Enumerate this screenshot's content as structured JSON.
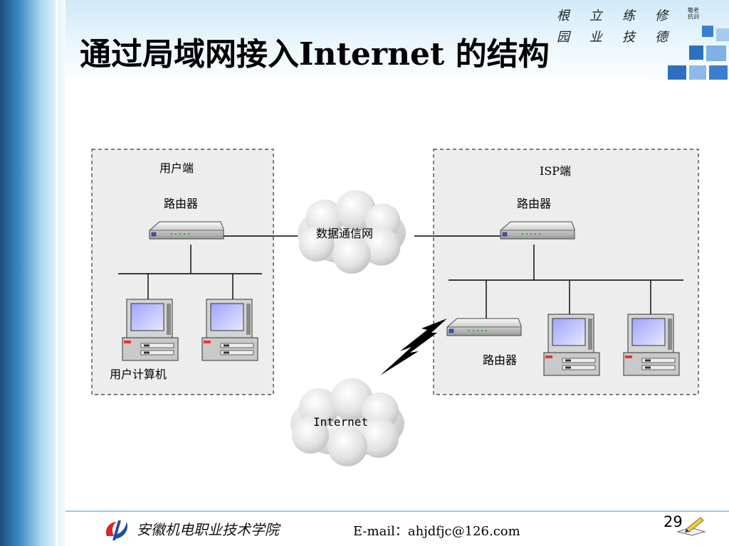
{
  "title": "通过局域网接入Internet 的结构",
  "header": {
    "motto_line1": "根立练修",
    "motto_line2": "园业技德",
    "motto_small": "敬老抗训"
  },
  "diagram": {
    "user_side_label": "用户端",
    "isp_side_label": "ISP端",
    "router_user": "路由器",
    "router_isp": "路由器",
    "router_isp_lower": "路由器",
    "data_network": "数据通信网",
    "internet": "Internet",
    "user_computers": "用户计算机"
  },
  "footer": {
    "school_name": "安徽机电职业技术学院",
    "email": "E-mail：ahjdfjc@126.com",
    "page_number": "29"
  },
  "colors": {
    "accent_blue": "#2d6fc0",
    "zone_fill": "#ececec",
    "logo_red": "#d8262c",
    "logo_blue": "#1e4fa0"
  }
}
